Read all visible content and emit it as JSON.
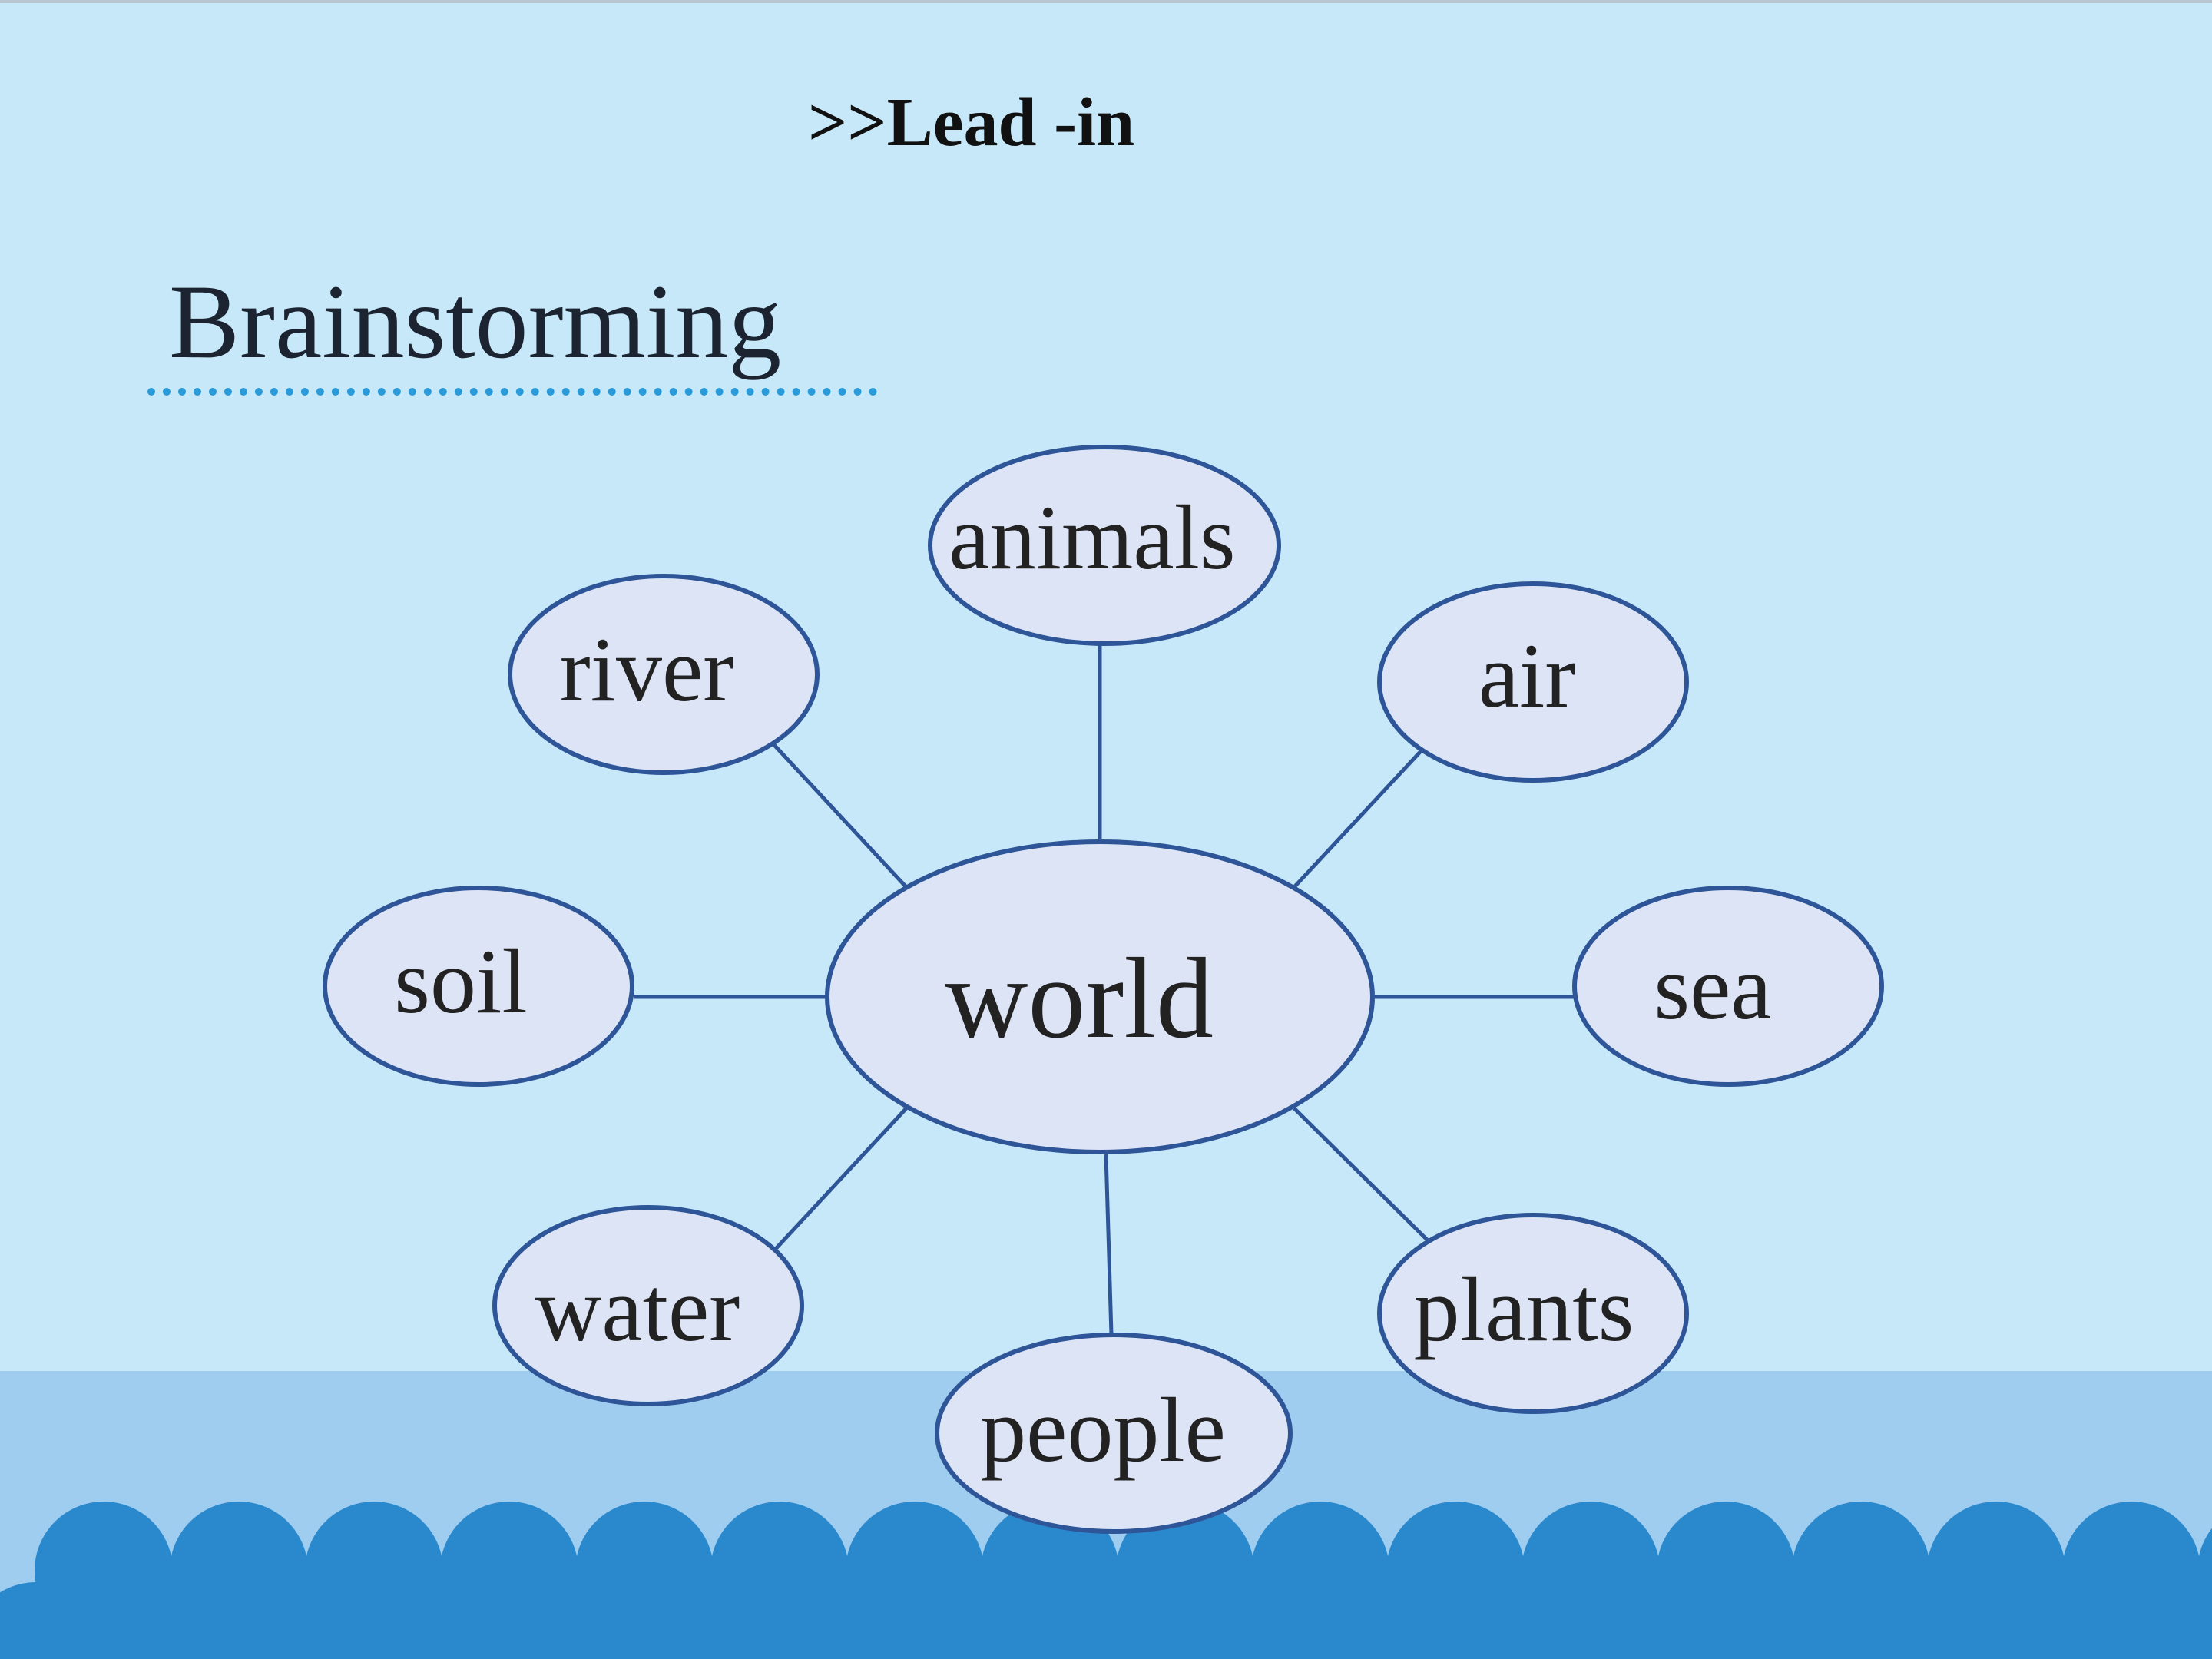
{
  "header": {
    "title": ">>Lead -in"
  },
  "section": {
    "title": "Brainstorming"
  },
  "mindmap": {
    "center": {
      "label": "world"
    },
    "nodes": [
      {
        "id": "animals",
        "label": "animals"
      },
      {
        "id": "river",
        "label": "river"
      },
      {
        "id": "air",
        "label": "air"
      },
      {
        "id": "soil",
        "label": "soil"
      },
      {
        "id": "sea",
        "label": "sea"
      },
      {
        "id": "water",
        "label": "water"
      },
      {
        "id": "people",
        "label": "people"
      },
      {
        "id": "plants",
        "label": "plants"
      }
    ]
  },
  "colors": {
    "background": "#c6e8f9",
    "ocean": "#9ecdf0",
    "wave": "#2a88cd",
    "node_fill": "#dce4f5",
    "node_stroke": "#2e5597",
    "connector": "#2e5597",
    "underline": "#2a9ad8"
  }
}
